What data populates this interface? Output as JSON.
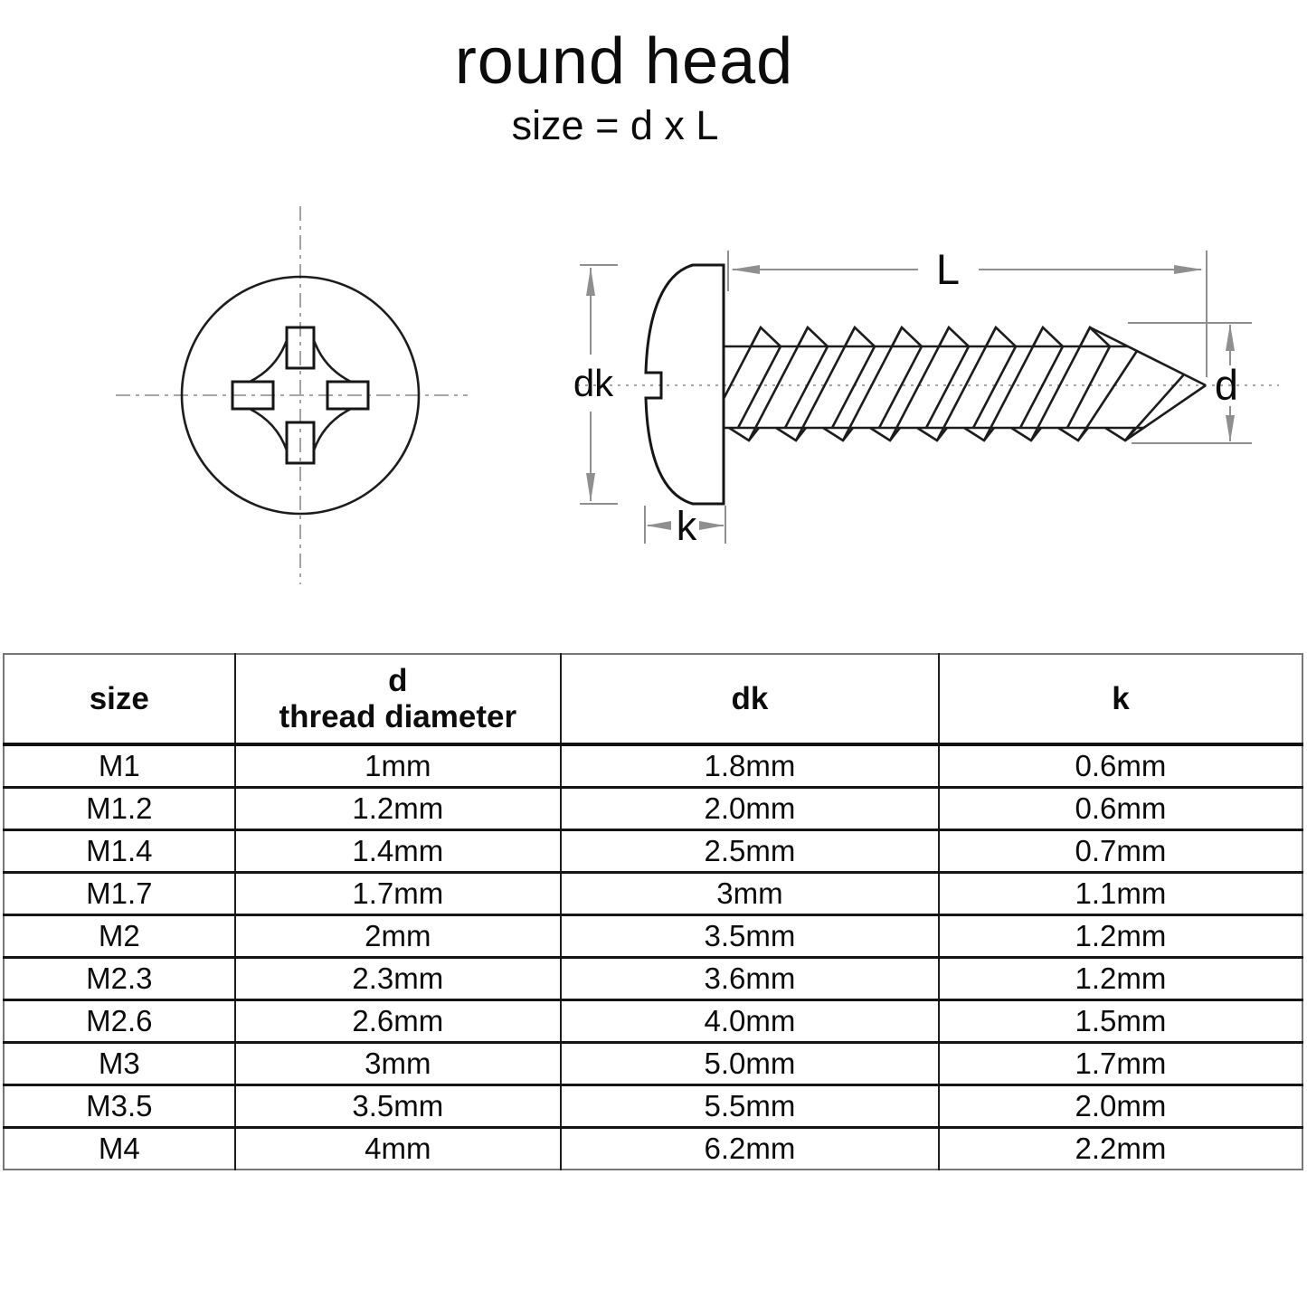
{
  "title": "round head",
  "subtitle": "size = d x L",
  "colors": {
    "ink": "#111111",
    "drawing_outline": "#1c1c1c",
    "dimension_gray": "#8f8f8f",
    "background": "#ffffff"
  },
  "diagram": {
    "views": [
      "phillips-head-top-view",
      "screw-side-view"
    ],
    "labels": {
      "dk": "dk",
      "k": "k",
      "L": "L",
      "d": "d"
    }
  },
  "table": {
    "col_keys": [
      "size",
      "d",
      "dk",
      "k"
    ],
    "columns": [
      {
        "label": "size"
      },
      {
        "label": "d",
        "sublabel": "thread diameter"
      },
      {
        "label": "dk"
      },
      {
        "label": "k"
      }
    ],
    "rows": [
      [
        "M1",
        "1mm",
        "1.8mm",
        "0.6mm"
      ],
      [
        "M1.2",
        "1.2mm",
        "2.0mm",
        "0.6mm"
      ],
      [
        "M1.4",
        "1.4mm",
        "2.5mm",
        "0.7mm"
      ],
      [
        "M1.7",
        "1.7mm",
        "3mm",
        "1.1mm"
      ],
      [
        "M2",
        "2mm",
        "3.5mm",
        "1.2mm"
      ],
      [
        "M2.3",
        "2.3mm",
        "3.6mm",
        "1.2mm"
      ],
      [
        "M2.6",
        "2.6mm",
        "4.0mm",
        "1.5mm"
      ],
      [
        "M3",
        "3mm",
        "5.0mm",
        "1.7mm"
      ],
      [
        "M3.5",
        "3.5mm",
        "5.5mm",
        "2.0mm"
      ],
      [
        "M4",
        "4mm",
        "6.2mm",
        "2.2mm"
      ]
    ]
  }
}
